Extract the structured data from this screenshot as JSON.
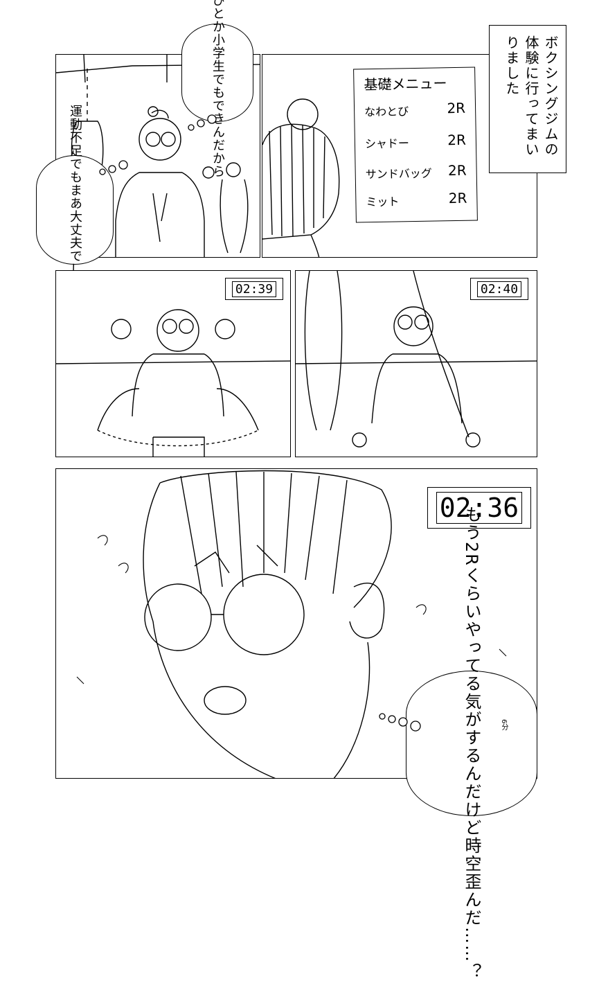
{
  "caption_top": "ボクシングジムの体験に行ってまいりました",
  "bubble_rope_line1": "縄跳びとか",
  "bubble_rope_line2": "小学生でも",
  "bubble_rope_line3": "できんだから",
  "bubble_exercise_line1": "運動不足でも",
  "bubble_exercise_line2": "まあ大丈夫",
  "bubble_exercise_line3": "でしょ……",
  "menu": {
    "title": "基礎メニュー",
    "items": [
      {
        "name": "なわとび",
        "rounds": "2R"
      },
      {
        "name": "シャドー",
        "rounds": "2R"
      },
      {
        "name": "サンドバッグ",
        "rounds": "2R"
      },
      {
        "name": "ミット",
        "rounds": "2R"
      }
    ]
  },
  "timers": {
    "panel3": "02:39",
    "panel4": "02:40",
    "panel5": "02:36"
  },
  "bubble_final_line1": "もう2Rくらい",
  "bubble_final_line2": "やってる気が",
  "bubble_final_line3": "するんだけど",
  "bubble_final_line4": "時空歪んだ……？",
  "small_note": "6分"
}
